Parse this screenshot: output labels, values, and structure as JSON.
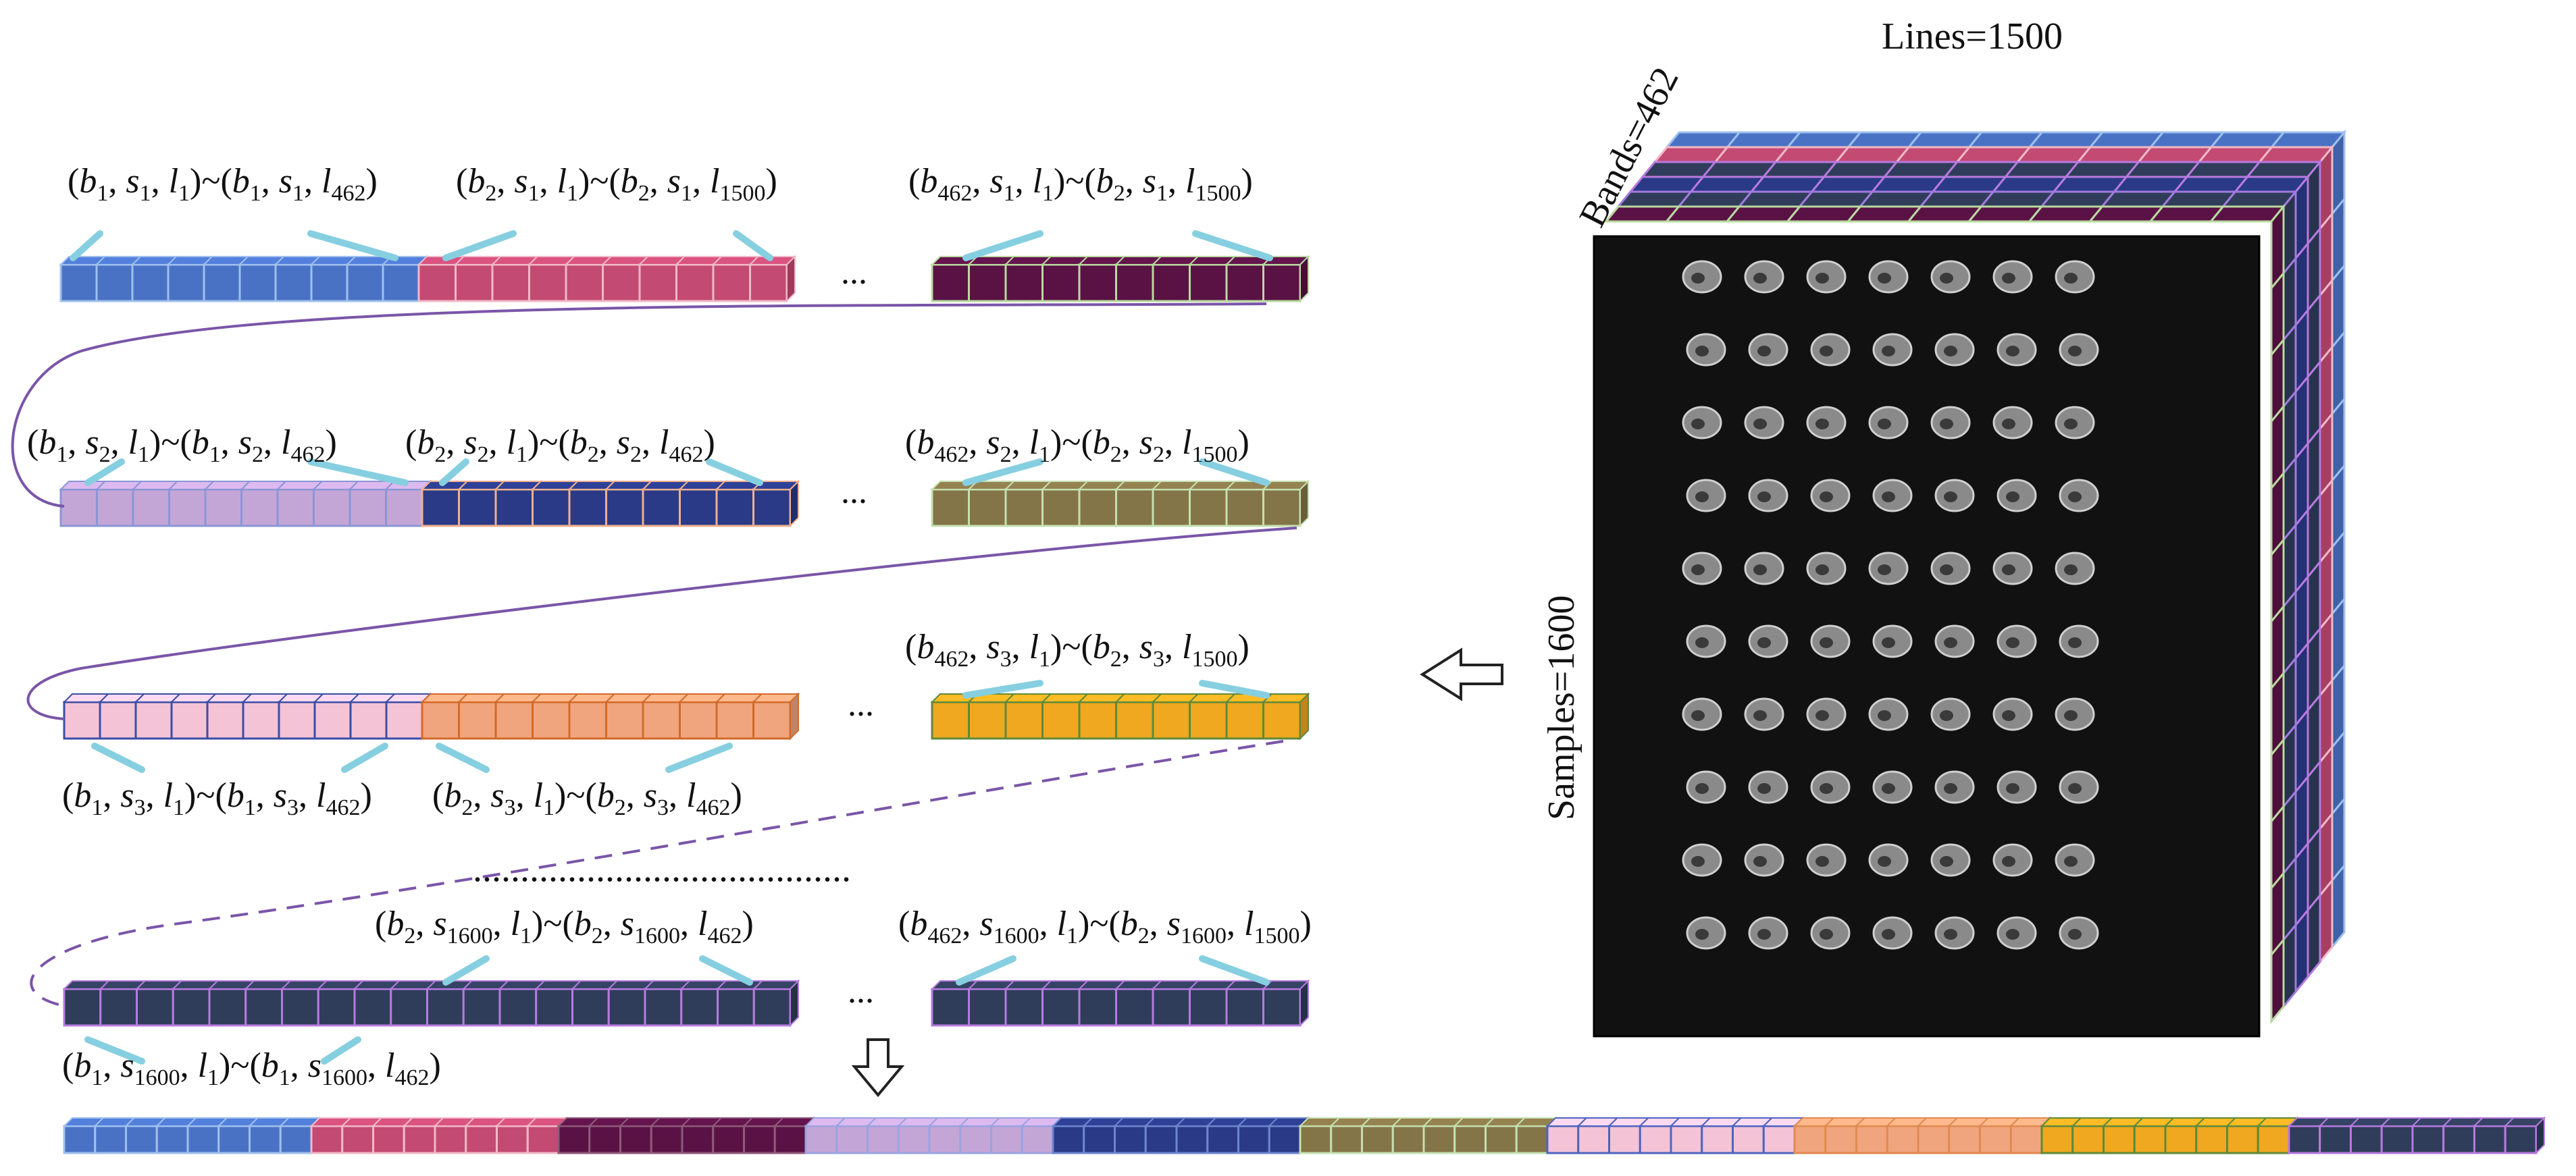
{
  "cube": {
    "lines_label": "Lines=1500",
    "bands_label": "Bands=462",
    "samples_label": "Samples=1600"
  },
  "colors": {
    "blue": "#4a72c4",
    "pink_red": "#c34a73",
    "purple_dark": "#5a1245",
    "lilac": "#c4a6d6",
    "navy": "#2a3a86",
    "olive": "#847548",
    "light_pink": "#f4c3d6",
    "orange": "#f0a57e",
    "gold": "#efa820",
    "slate": "#2f3d5a",
    "connector": "#86cfe0",
    "curve": "#7a55a8"
  },
  "rows": [
    {
      "labels": [
        "(b1, s1, l1)~(b1, s1, l462)",
        "(b2, s1, l1)~(b2, s1, l1500)",
        "(b462, s1, l1)~(b2, s1, l1500)"
      ],
      "ellipsis": "..."
    },
    {
      "labels": [
        "(b1, s2, l1)~(b1, s2, l462)",
        "(b2, s2, l1)~(b2, s2, l462)",
        "(b462, s2, l1)~(b2, s2, l1500)"
      ],
      "ellipsis": "..."
    },
    {
      "labels": [
        "(b1, s3, l1)~(b1, s3, l462)",
        "(b2, s3, l1)~(b2, s3, l462)",
        "(b462, s3, l1)~(b2, s3, l1500)"
      ],
      "ellipsis": "..."
    },
    {
      "labels": [
        "(b1, s1600, l1)~(b1, s1600, l462)",
        "(b2, s1600, l1)~(b2, s1600, l462)",
        "(b462, s1600, l1)~(b2, s1600, l1500)"
      ],
      "ellipsis": "..."
    }
  ],
  "dotted_separator": "........................................",
  "arrow_left_icon": "hollow-left-arrow",
  "arrow_down_icon": "hollow-down-arrow"
}
